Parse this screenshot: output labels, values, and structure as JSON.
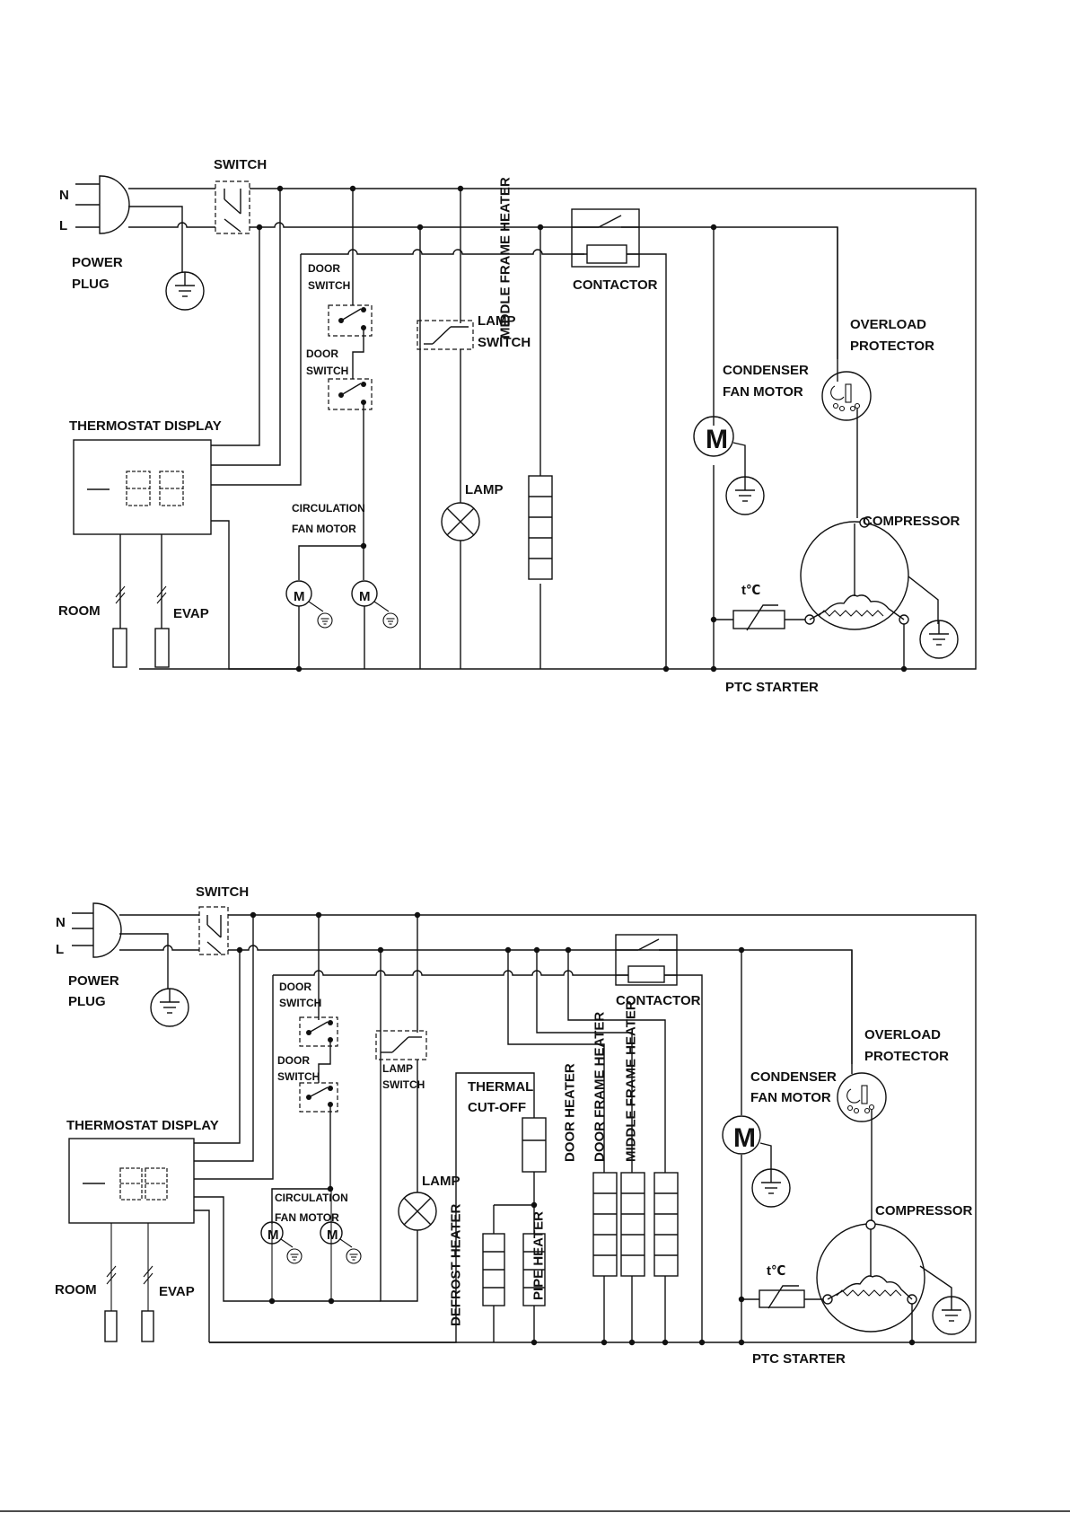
{
  "top": {
    "n": "N",
    "l": "L",
    "switch": "SWITCH",
    "power1": "POWER",
    "power2": "PLUG",
    "door_switch_1a": "DOOR",
    "door_switch_1b": "SWITCH",
    "door_switch_2a": "DOOR",
    "door_switch_2b": "SWITCH",
    "lamp_switch_a": "LAMP",
    "lamp_switch_b": "SWITCH",
    "middle_frame_heater": "MIDDLE FRAME HEATER",
    "contactor": "CONTACTOR",
    "overload1": "OVERLOAD",
    "overload2": "PROTECTOR",
    "condenser1": "CONDENSER",
    "condenser2": "FAN MOTOR",
    "thermostat": "THERMOSTAT DISPLAY",
    "lamp": "LAMP",
    "circulation1": "CIRCULATION",
    "circulation2": "FAN MOTOR",
    "compressor": "COMPRESSOR",
    "room": "ROOM",
    "evap": "EVAP",
    "ptc": "PTC STARTER",
    "temp": "t℃",
    "motor_m": "M"
  },
  "bottom": {
    "n": "N",
    "l": "L",
    "switch": "SWITCH",
    "power1": "POWER",
    "power2": "PLUG",
    "door_switch_1a": "DOOR",
    "door_switch_1b": "SWITCH",
    "door_switch_2a": "DOOR",
    "door_switch_2b": "SWITCH",
    "lamp_switch_a": "LAMP",
    "lamp_switch_b": "SWITCH",
    "thermal1": "THERMAL",
    "thermal2": "CUT-OFF",
    "contactor": "CONTACTOR",
    "overload1": "OVERLOAD",
    "overload2": "PROTECTOR",
    "condenser1": "CONDENSER",
    "condenser2": "FAN MOTOR",
    "thermostat": "THERMOSTAT DISPLAY",
    "lamp": "LAMP",
    "circulation1": "CIRCULATION",
    "circulation2": "FAN MOTOR",
    "door_heater": "DOOR HEATER",
    "door_frame_heater": "DOOR FRAME HEATER",
    "middle_frame_heater": "MIDDLE FRAME HEATER",
    "defrost_heater": "DEFROST HEATER",
    "pipe_heater": "PIPE HEATER",
    "compressor": "COMPRESSOR",
    "room": "ROOM",
    "evap": "EVAP",
    "ptc": "PTC STARTER",
    "temp": "t℃",
    "motor_m": "M"
  },
  "icons": [
    "ground-icon",
    "motor-icon",
    "lamp-icon",
    "switch-icon",
    "plug-icon",
    "heater-icon",
    "compressor-icon"
  ]
}
